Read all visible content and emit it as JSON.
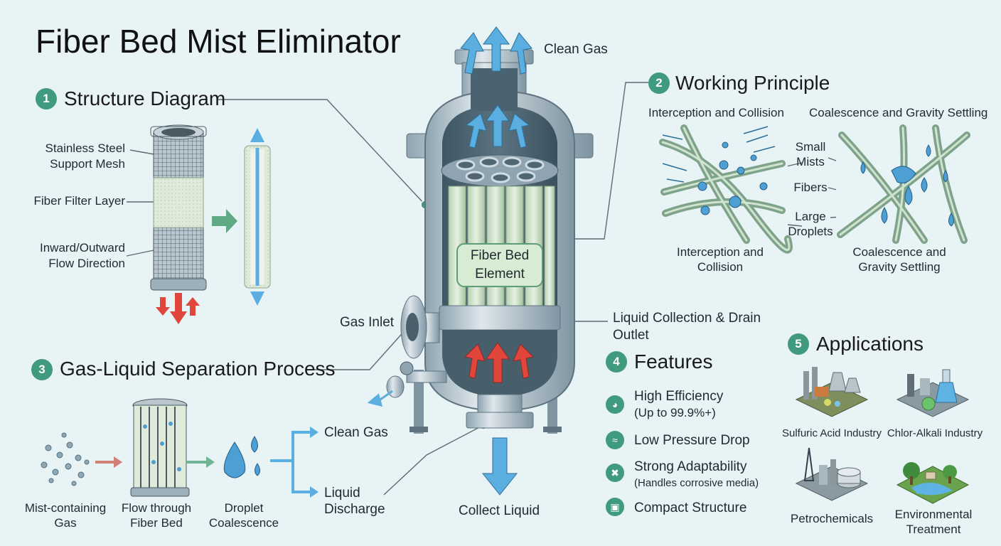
{
  "title": "Fiber Bed Mist Eliminator",
  "vessel": {
    "clean_gas_top": "Clean Gas",
    "element_label_1": "Fiber Bed",
    "element_label_2": "Element",
    "gas_inlet": "Gas Inlet",
    "liquid_collection_1": "Liquid Collection & Drain",
    "liquid_collection_2": "Outlet",
    "collect_liquid": "Collect Liquid"
  },
  "structure": {
    "number": "1",
    "heading": "Structure Diagram",
    "label_mesh_1": "Stainless Steel",
    "label_mesh_2": "Support Mesh",
    "label_fiber": "Fiber Filter Layer",
    "label_flow_1": "Inward/Outward",
    "label_flow_2": "Flow Direction"
  },
  "principle": {
    "number": "2",
    "heading": "Working Principle",
    "left_title": "Interception and Collision",
    "right_title": "Coalescence and Gravity Settling",
    "small_mists_1": "Small",
    "small_mists_2": "Mists",
    "fibers": "Fibers",
    "large_droplets_1": "Large",
    "large_droplets_2": "Droplets",
    "left_caption_1": "Interception and",
    "left_caption_2": "Collision",
    "right_caption_1": "Coalescence and",
    "right_caption_2": "Gravity Settling"
  },
  "process": {
    "number": "3",
    "heading": "Gas-Liquid Separation Process",
    "step1_1": "Mist-containing",
    "step1_2": "Gas",
    "step2_1": "Flow through",
    "step2_2": "Fiber Bed",
    "step3_1": "Droplet",
    "step3_2": "Coalescence",
    "out_gas": "Clean Gas",
    "out_liquid_1": "Liquid",
    "out_liquid_2": "Discharge"
  },
  "features": {
    "number": "4",
    "heading": "Features",
    "items": [
      {
        "line1": "High Efficiency",
        "line2": "(Up to 99.9%+)",
        "icon": "efficiency-gauge-icon"
      },
      {
        "line1": "Low Pressure Drop",
        "line2": "",
        "icon": "pressure-icon"
      },
      {
        "line1": "Strong Adaptability",
        "line2": "(Handles corrosive media)",
        "icon": "tools-icon"
      },
      {
        "line1": "Compact Structure",
        "line2": "",
        "icon": "cube-icon"
      }
    ]
  },
  "applications": {
    "number": "5",
    "heading": "Applications",
    "items": [
      {
        "label": "Sulfuric Acid Industry",
        "icon": "factory-icon"
      },
      {
        "label": "Chlor-Alkali Industry",
        "icon": "chemical-plant-icon"
      },
      {
        "label": "Petrochemicals",
        "icon": "refinery-icon"
      },
      {
        "label": "Environmental",
        "label2": "Treatment",
        "icon": "environment-icon"
      }
    ]
  },
  "colors": {
    "background": "#e8f3f6",
    "accent": "#3f9a7e",
    "gas_arrow": "#5aaee0",
    "inlet_arrow": "#e0463c",
    "fiber": "#a9c9a2"
  }
}
